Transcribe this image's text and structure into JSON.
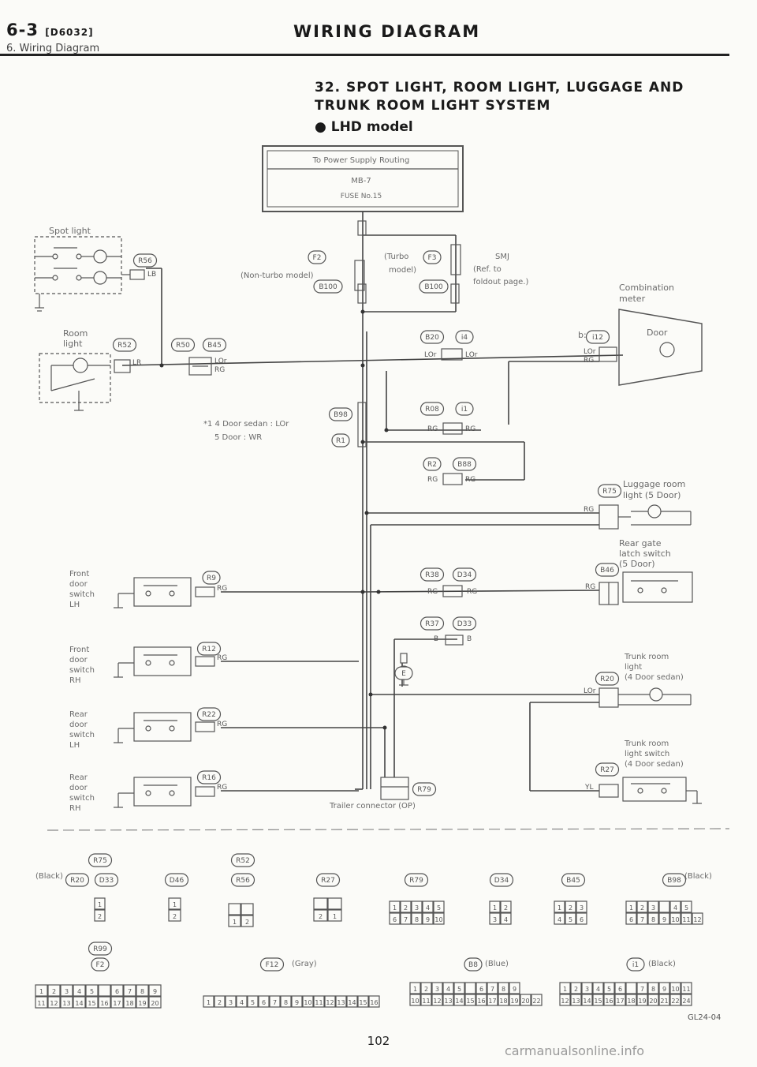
{
  "header": {
    "section": "6-3",
    "code": "[D6032]",
    "sub": "6. Wiring Diagram",
    "title": "WIRING DIAGRAM"
  },
  "diagram": {
    "title_line1": "32. SPOT LIGHT, ROOM LIGHT, LUGGAGE AND",
    "title_line2": "TRUNK ROOM LIGHT SYSTEM",
    "model": "● LHD model",
    "power_box": {
      "label": "To Power Supply Routing",
      "ref": "MB-7",
      "fuse": "FUSE No.15"
    },
    "components": {
      "spot_light": "Spot light",
      "room_light_1": "Room",
      "room_light_2": "light",
      "non_turbo": "(Non-turbo model)",
      "turbo_1": "(Turbo",
      "turbo_2": "model)",
      "smj_1": "SMJ",
      "smj_2": "(Ref. to",
      "smj_3": "foldout page.)",
      "combo_1": "Combination",
      "combo_2": "meter",
      "door": "Door",
      "note_1": "*1  4 Door sedan : LOr",
      "note_2": "5 Door          : WR",
      "luggage_1": "Luggage room",
      "luggage_2": "light (5 Door)",
      "rear_gate_1": "Rear gate",
      "rear_gate_2": "latch switch",
      "rear_gate_3": "(5 Door)",
      "fdsw_lh": [
        "Front",
        "door",
        "switch",
        "LH"
      ],
      "fdsw_rh": [
        "Front",
        "door",
        "switch",
        "RH"
      ],
      "rdsw_lh": [
        "Rear",
        "door",
        "switch",
        "LH"
      ],
      "rdsw_rh": [
        "Rear",
        "door",
        "switch",
        "RH"
      ],
      "trunk_light": [
        "Trunk room",
        "light",
        "(4 Door sedan)"
      ],
      "trunk_switch": [
        "Trunk room",
        "light switch",
        "(4 Door sedan)"
      ],
      "trailer": "Trailer connector (OP)"
    },
    "connectors": {
      "f2": "F2",
      "f3": "F3",
      "b100a": "B100",
      "b100b": "B100",
      "r56": "R56",
      "r52": "R52",
      "r50": "R50",
      "b45": "B45",
      "b20": "B20",
      "i4": "i4",
      "i12": "i12",
      "b98": "B98",
      "r1": "R1",
      "r08": "R08",
      "i1": "i1",
      "r2": "R2",
      "b88": "B88",
      "r75": "R75",
      "r9": "R9",
      "r38": "R38",
      "d34": "D34",
      "b46": "B46",
      "r12": "R12",
      "r37": "R37",
      "d33": "D33",
      "r22": "R22",
      "r20": "R20",
      "r16": "R16",
      "r27": "R27",
      "r79": "R79",
      "b_ref": "b:",
      "e": "E"
    },
    "wires": {
      "lb": "LB",
      "lor": "LOr",
      "rg": "RG",
      "b": "B",
      "yl": "YL",
      "lr": "LR"
    },
    "bottom": {
      "black": "(Black)",
      "gray": "(Gray)",
      "blue": "(Blue)",
      "c_r75": "R75",
      "c_r20": "R20",
      "c_d33": "D33",
      "c_d46": "D46",
      "c_r52": "R52",
      "c_r56": "R56",
      "c_r27": "R27",
      "c_r79": "R79",
      "c_d34": "D34",
      "c_b45": "B45",
      "c_b98": "B98",
      "c_r99": "R99",
      "c_f2": "F2",
      "c_f12": "F12",
      "c_b8": "B8",
      "c_i1": "i1"
    },
    "diagram_code": "GL24-04"
  },
  "page_number": "102",
  "watermark": "carmanualsonline.info"
}
